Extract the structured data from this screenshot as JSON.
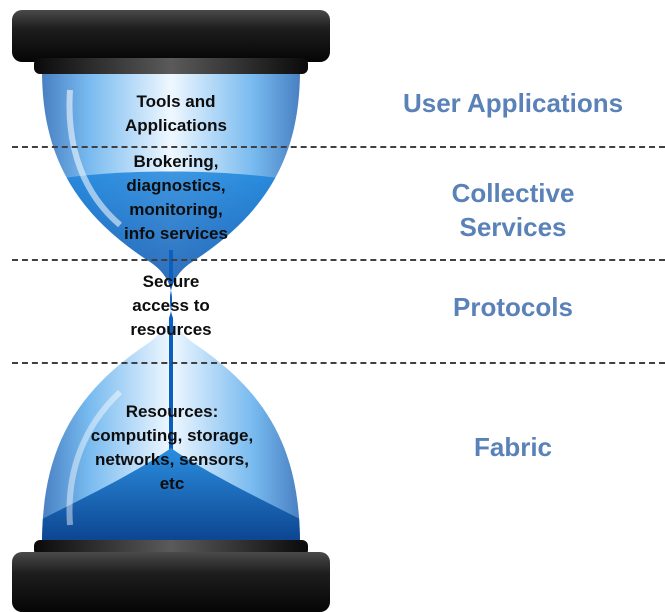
{
  "diagram": {
    "inner_labels": {
      "applications": "Tools and\nApplications",
      "collective": "Brokering,\ndiagnostics,\nmonitoring,\ninfo services",
      "protocols": "Secure\naccess to\nresources",
      "fabric": "Resources:\ncomputing, storage,\nnetworks, sensors,\netc"
    },
    "layers": {
      "applications": "User Applications",
      "collective": "Collective\nServices",
      "protocols": "Protocols",
      "fabric": "Fabric"
    },
    "colors": {
      "glass_blue": "#1c7fd6",
      "glass_dark": "#0a3f8a",
      "glass_light": "#d9ecfb",
      "cap": "#1a1a1a",
      "layer_label": "#5a82b8"
    }
  }
}
